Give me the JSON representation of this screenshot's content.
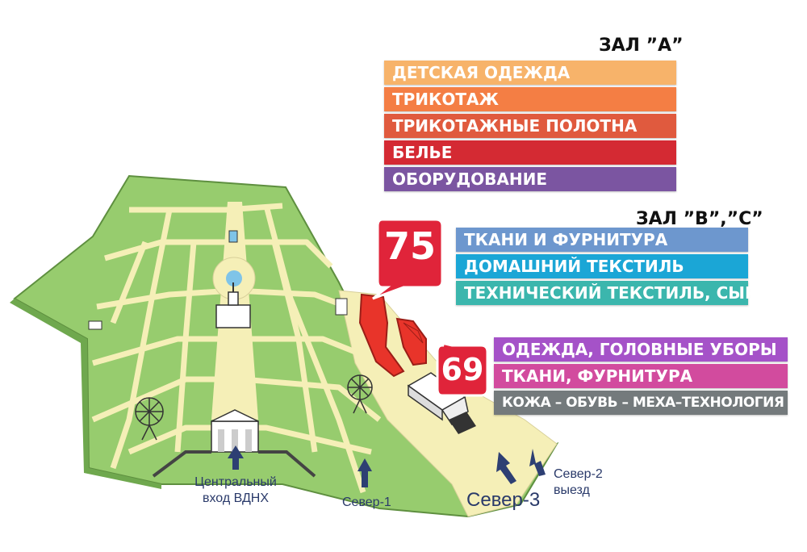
{
  "hall_a": {
    "title": "ЗАЛ ”А”",
    "items": [
      {
        "label": "ДЕТСКАЯ ОДЕЖДА",
        "color": "#F7B36A"
      },
      {
        "label": "ТРИКОТАЖ",
        "color": "#F47E44"
      },
      {
        "label": "ТРИКОТАЖНЫЕ ПОЛОТНА",
        "color": "#E05A3E"
      },
      {
        "label": "БЕЛЬЕ",
        "color": "#D42A33"
      },
      {
        "label": "ОБОРУДОВАНИЕ",
        "color": "#7B55A1"
      }
    ]
  },
  "hall_bc": {
    "title": "ЗАЛ ”В”,”С”",
    "items": [
      {
        "label": "ТКАНИ И ФУРНИТУРА",
        "color": "#6D97CE"
      },
      {
        "label": "ДОМАШНИЙ ТЕКСТИЛЬ",
        "color": "#1BA6D6"
      },
      {
        "label": "ТЕХНИЧЕСКИЙ ТЕКСТИЛЬ, СЫРЬЕ",
        "color": "#3BB6AD"
      }
    ]
  },
  "hall_69": {
    "items": [
      {
        "label": "ОДЕЖДА, ГОЛОВНЫЕ УБОРЫ",
        "color": "#A552C8"
      },
      {
        "label": "ТКАНИ, ФУРНИТУРА",
        "color": "#D24B9E"
      },
      {
        "label": "КОЖА – ОБУВЬ – МЕХА–ТЕХНОЛОГИЯ",
        "color": "#747A7C"
      }
    ]
  },
  "pavilions": {
    "p75": "75",
    "p69": "69"
  },
  "entrances": {
    "central_line1": "Центральный",
    "central_line2": "вход ВДНХ",
    "north1": "Север-1",
    "north3": "Север-3",
    "north2_line1": "Север-2",
    "north2_line2": "выезд"
  },
  "colors": {
    "park_green": "#97CC6E",
    "park_dark": "#6FA84E",
    "road": "#F5EFB7",
    "pin_red": "#E0243A",
    "building_red": "#E8342A",
    "arrow": "#2D3F73"
  }
}
